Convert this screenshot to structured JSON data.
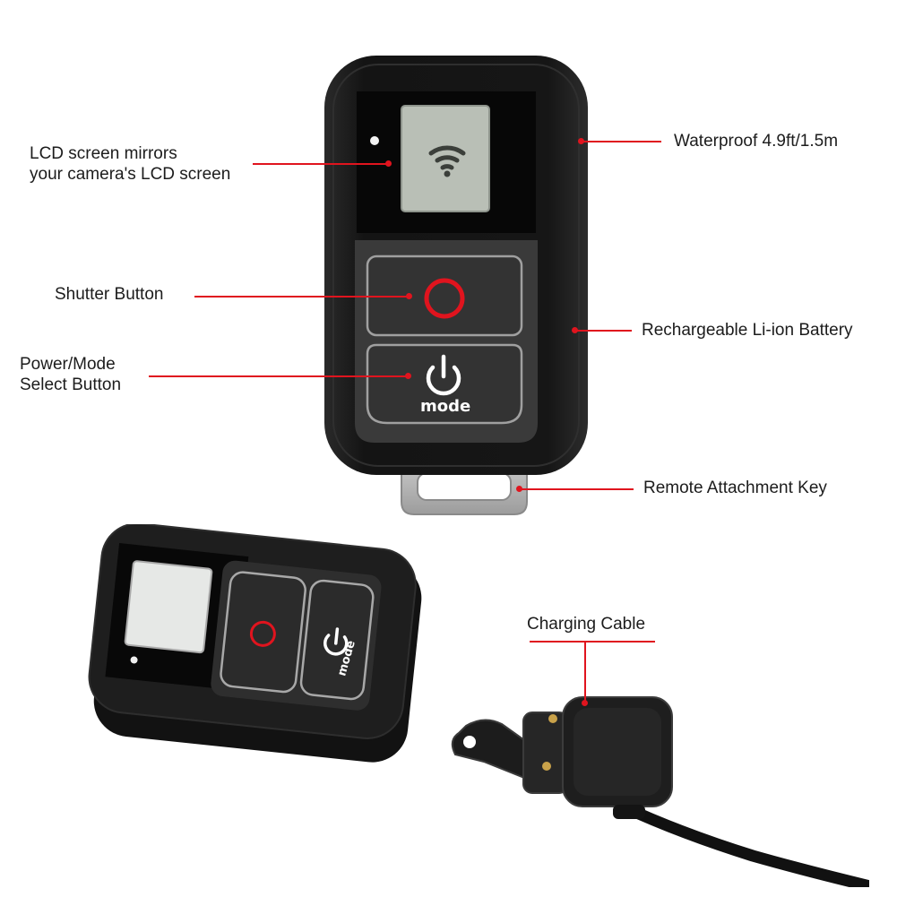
{
  "callouts": {
    "lcd": {
      "lines": [
        "LCD screen mirrors",
        "your camera's LCD screen"
      ]
    },
    "shutter": {
      "text": "Shutter Button"
    },
    "power_mode": {
      "lines": [
        "Power/Mode",
        "Select Button"
      ]
    },
    "waterproof": {
      "text": "Waterproof  4.9ft/1.5m"
    },
    "battery": {
      "text": "Rechargeable Li-ion Battery"
    },
    "attachment_key": {
      "text": "Remote Attachment Key"
    },
    "charging_cable": {
      "text": "Charging Cable"
    }
  },
  "remote": {
    "mode_label": "mode",
    "screen_icon": "wifi-icon",
    "shutter_icon": "shutter-ring-icon",
    "power_icon": "power-icon"
  },
  "colors": {
    "accent": "#e0141e",
    "body": "#151515",
    "lcd": "#b9bfb6",
    "button_outline": "#9a9a9a"
  }
}
